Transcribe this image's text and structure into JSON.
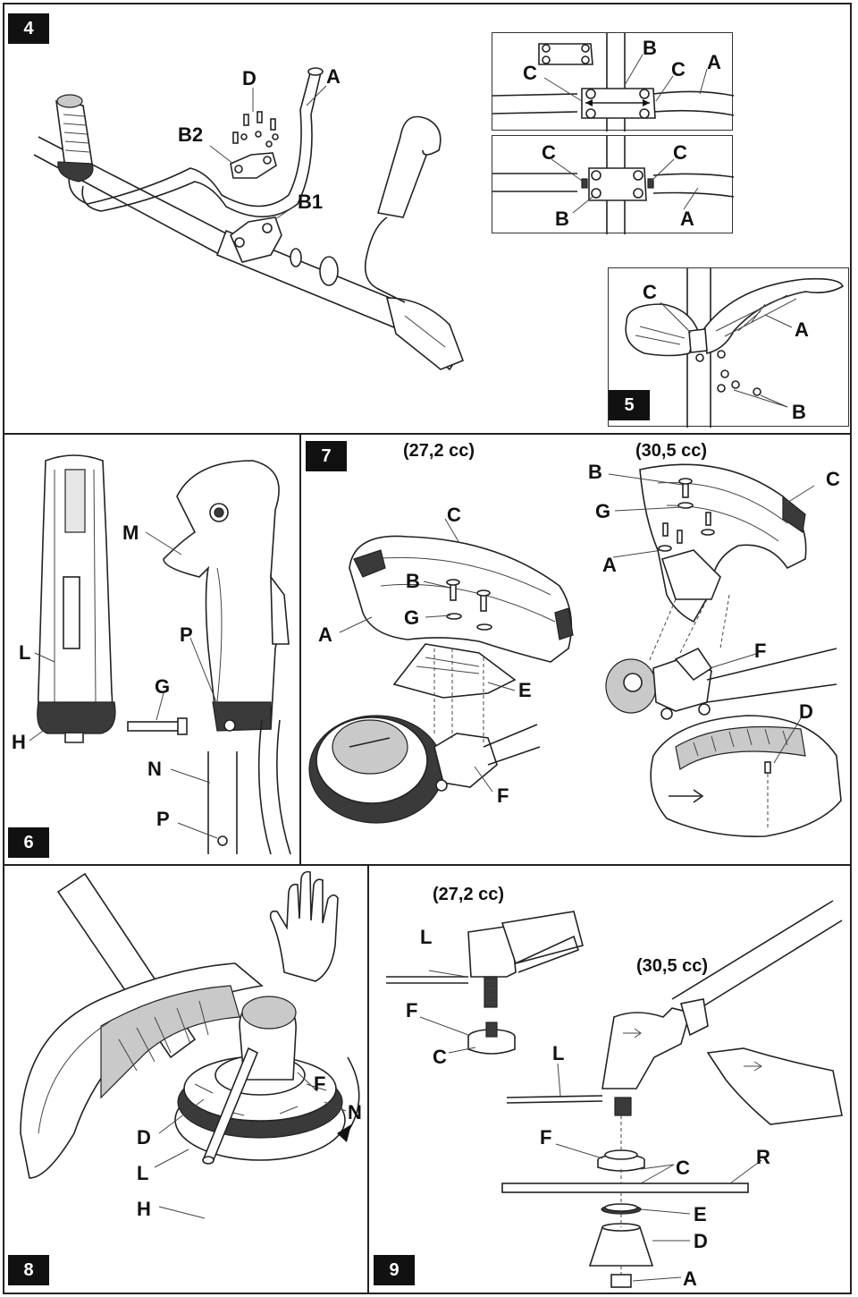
{
  "colors": {
    "ink": "#111111",
    "badge_bg": "#111111",
    "badge_fg": "#ffffff",
    "paper": "#ffffff",
    "fill_grey": "#c9c9c9"
  },
  "figures": {
    "fig4": {
      "number": "4",
      "labels": {
        "D": "D",
        "A": "A",
        "B2": "B2",
        "B1": "B1"
      }
    },
    "fig4_detail_top": {
      "labels": {
        "C1": "C",
        "B": "B",
        "C2": "C",
        "A": "A"
      }
    },
    "fig4_detail_bottom": {
      "labels": {
        "C1": "C",
        "C2": "C",
        "B": "B",
        "A": "A"
      }
    },
    "fig5": {
      "number": "5",
      "labels": {
        "C": "C",
        "A": "A",
        "B": "B"
      }
    },
    "fig6": {
      "number": "6",
      "labels": {
        "M": "M",
        "L": "L",
        "P1": "P",
        "G": "G",
        "H": "H",
        "N": "N",
        "P2": "P"
      }
    },
    "fig7": {
      "number": "7",
      "caption_left": "(27,2 cc)",
      "caption_right": "(30,5 cc)",
      "labels_left": {
        "C": "C",
        "B": "B",
        "A": "A",
        "G": "G",
        "E": "E",
        "F": "F"
      },
      "labels_right": {
        "B": "B",
        "C": "C",
        "G": "G",
        "A": "A",
        "F": "F",
        "D": "D"
      }
    },
    "fig8": {
      "number": "8",
      "labels": {
        "F": "F",
        "N": "N",
        "D": "D",
        "L": "L",
        "H": "H"
      }
    },
    "fig9": {
      "number": "9",
      "caption_left": "(27,2 cc)",
      "caption_right": "(30,5 cc)",
      "labels_left": {
        "L": "L",
        "F": "F",
        "C": "C"
      },
      "labels_right": {
        "L": "L",
        "F": "F",
        "C": "C",
        "R": "R",
        "E": "E",
        "D": "D",
        "A": "A"
      }
    }
  }
}
